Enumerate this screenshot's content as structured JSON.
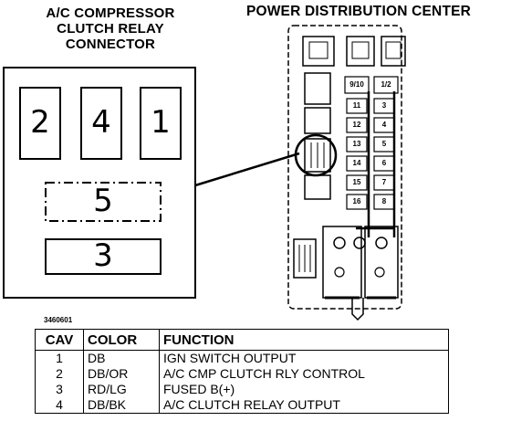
{
  "titles": {
    "connector_line1": "A/C COMPRESSOR",
    "connector_line2": "CLUTCH RELAY",
    "connector_line3": "CONNECTOR",
    "pdc": "POWER DISTRIBUTION CENTER"
  },
  "connector": {
    "cavities": [
      "2",
      "4",
      "1",
      "5",
      "3"
    ]
  },
  "pdc": {
    "fuses_left": [
      "11",
      "12",
      "13",
      "14",
      "15",
      "16"
    ],
    "fuses_right": [
      "3",
      "4",
      "5",
      "6",
      "7",
      "8"
    ],
    "top_labels": [
      "9/10",
      "1/2"
    ]
  },
  "part_number": "3460601",
  "table": {
    "headers": [
      "CAV",
      "COLOR",
      "FUNCTION"
    ],
    "rows": [
      {
        "cav": "1",
        "color": "DB",
        "function": "IGN SWITCH OUTPUT"
      },
      {
        "cav": "2",
        "color": "DB/OR",
        "function": "A/C CMP CLUTCH RLY CONTROL"
      },
      {
        "cav": "3",
        "color": "RD/LG",
        "function": "FUSED B(+)"
      },
      {
        "cav": "4",
        "color": "DB/BK",
        "function": "A/C CLUTCH RELAY OUTPUT"
      }
    ]
  }
}
